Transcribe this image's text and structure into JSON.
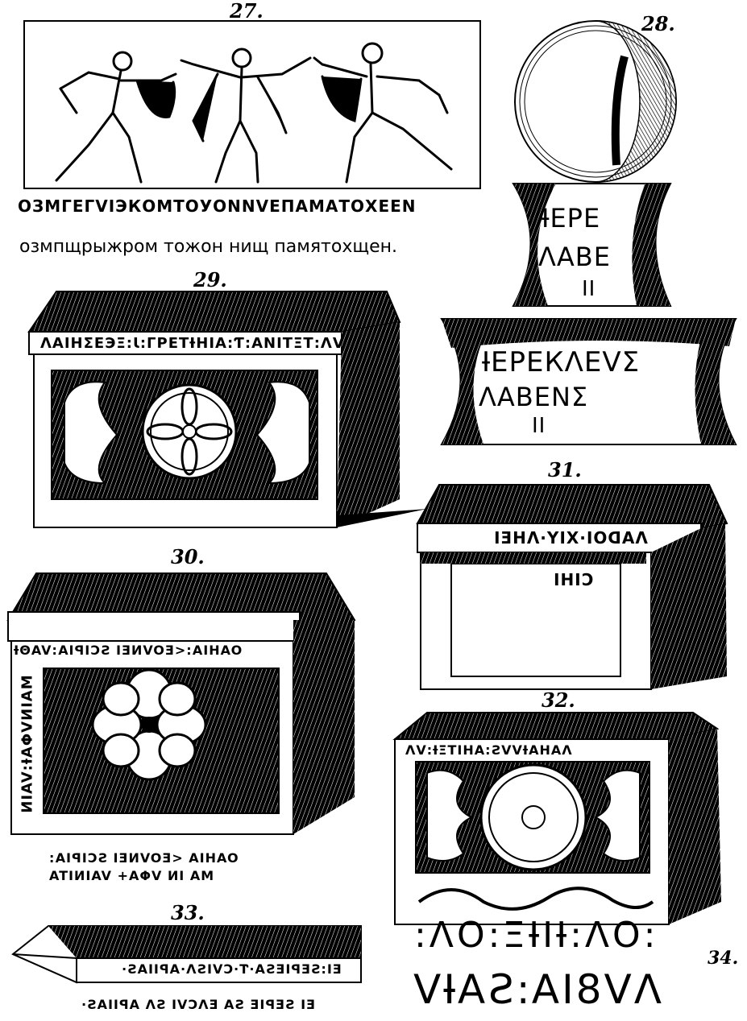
{
  "figures": {
    "f27": {
      "number": "27.",
      "inscription_line1": "ОЗМГЕГVIЭКОМТОУОNNVЕПАМАТОХЕЕN",
      "inscription_line2": "озмпщрыжром тожон нищ памятохщен."
    },
    "f28": {
      "number": "28.",
      "upper_lines": [
        "ƗЕРЕ",
        "ΛΑΒΕ",
        "II"
      ],
      "lower_lines": [
        "ƗЕРЕКΛЕVΣ",
        "ΛΑΒΕΝΣ",
        "II"
      ]
    },
    "f29": {
      "number": "29.",
      "inscription": "ΛΑΙΗΣЕЭΞ:Ɩ:ΓΡΕΤƗΗΙΑ:Ƭ:ΑΝΙΤΞΤ:ΛV"
    },
    "f30": {
      "number": "30.",
      "top_inscription": "OAHIA:<EOVNEI SCIPIA:VAΘƗ",
      "side_inscription": "MAINVΦAƗ:VAIN",
      "caption_line1": "OAHIA <EOVNEI SCIPIA:",
      "caption_line2": "MA IN VΦA+ VAINITA"
    },
    "f31": {
      "number": "31.",
      "inscription": "ΛΑDOI·ΧIY·ΛHEI",
      "inner_text": "CIHI"
    },
    "f32": {
      "number": "32.",
      "inscription": "ΛΑΗΑƗVVS:ΑΗΙΤΞƗ:VΛ"
    },
    "f33": {
      "number": "33.",
      "inscription": "EI:SEPIESA·Ƭ·CVISΛ·ΑΡΙΙΑS·",
      "caption": "EI SEPIE SA ΕΛCVI SΛ ΑΡΙΙΑS·"
    },
    "f34": {
      "number": "34.",
      "line1": ":ΟΛ:ƗΙƗΞ:ΟΛ:",
      "line2": "ΛV8IA:SAƗV"
    }
  },
  "colors": {
    "ink": "#000000",
    "paper": "#ffffff"
  }
}
